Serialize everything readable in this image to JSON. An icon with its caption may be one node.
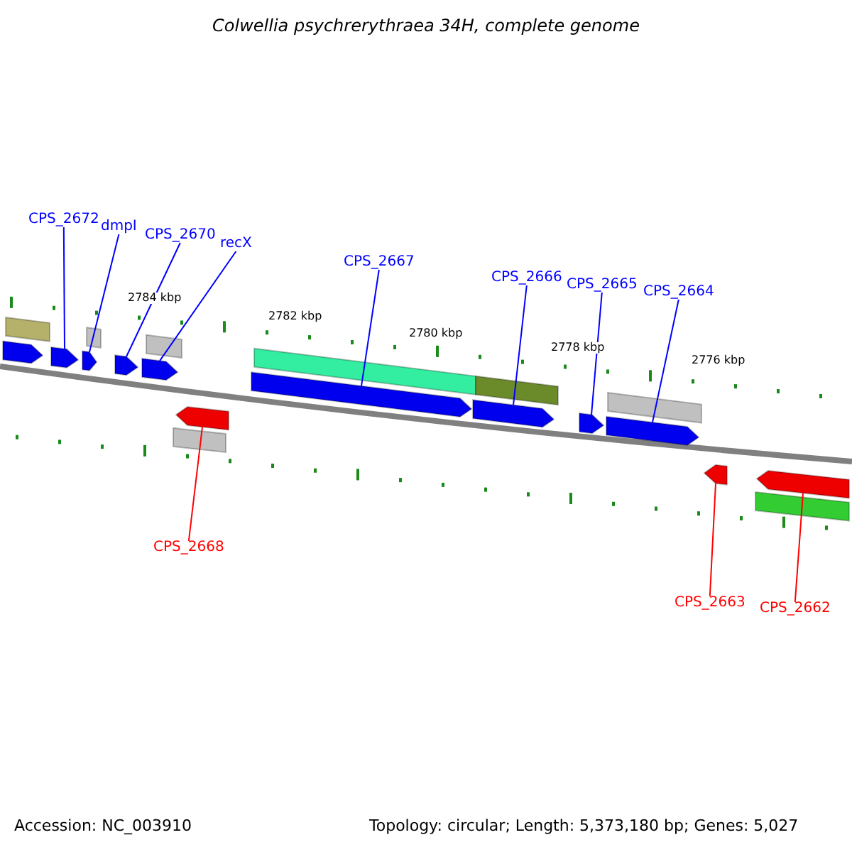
{
  "diagram": {
    "title": "Colwellia psychrerythraea 34H, complete genome",
    "nodes": [
      {
        "text": [
          "CPS_2672"
        ]
      },
      {
        "text": [
          "dmpI"
        ]
      },
      {
        "text": [
          "CPS_2670"
        ]
      },
      {
        "text": [
          "recX"
        ]
      },
      {
        "text": [
          "CPS_2667"
        ]
      },
      {
        "text": [
          "CPS_2666"
        ]
      },
      {
        "text": [
          "CPS_2665"
        ]
      },
      {
        "text": [
          "CPS_2664"
        ]
      },
      {
        "text": [],
        "shape": "arrow"
      },
      {
        "text": [],
        "shape": "arrow"
      },
      {
        "text": [],
        "shape": "arrow"
      },
      {
        "text": [],
        "shape": "arrow"
      },
      {
        "text": [],
        "shape": "arrow"
      },
      {
        "text": [],
        "shape": "arrow"
      },
      {
        "text": [],
        "shape": "arrow"
      },
      {
        "text": [],
        "shape": "arrow"
      },
      {
        "text": [],
        "shape": "arrow"
      },
      {
        "text": [],
        "shape": "arrow"
      },
      {
        "text": [],
        "shape": "arrow"
      },
      {
        "text": [],
        "shape": "arrow"
      },
      {
        "text": [],
        "shape": "bar"
      },
      {
        "text": [],
        "shape": "bar"
      },
      {
        "text": [],
        "shape": "bar"
      },
      {
        "text": [],
        "shape": "bar"
      },
      {
        "text": [],
        "shape": "bar"
      },
      {
        "text": [],
        "shape": "bar"
      },
      {
        "text": [],
        "shape": "bar"
      },
      {
        "text": [],
        "shape": "bar"
      },
      {
        "text": [
          "CPS_2668"
        ]
      },
      {
        "text": [
          "CPS_2663"
        ]
      },
      {
        "text": [
          "CPS_2662"
        ]
      }
    ],
    "edges": [
      {
        "from": 0,
        "to": 9,
        "arrow": "none"
      },
      {
        "from": 1,
        "to": 10,
        "arrow": "none"
      },
      {
        "from": 2,
        "to": 11,
        "arrow": "none"
      },
      {
        "from": 3,
        "to": 12,
        "arrow": "none"
      },
      {
        "from": 4,
        "to": 13,
        "arrow": "none"
      },
      {
        "from": 5,
        "to": 14,
        "arrow": "none"
      },
      {
        "from": 6,
        "to": 15,
        "arrow": "none"
      },
      {
        "from": 7,
        "to": 16,
        "arrow": "none"
      },
      {
        "from": 28,
        "to": 17,
        "arrow": "none",
        "color": "#ff0000"
      },
      {
        "from": 29,
        "to": 18,
        "arrow": "none",
        "color": "#ff0000"
      },
      {
        "from": 30,
        "to": 19,
        "arrow": "none",
        "color": "#ff0000"
      }
    ],
    "labels": [
      "2784 kbp",
      "2782 kbp",
      "2780 kbp",
      "2778 kbp",
      "2776 kbp",
      "Accession: NC_003910",
      "Topology: circular; Length: 5,373,180 bp; Genes: 5,027"
    ]
  }
}
